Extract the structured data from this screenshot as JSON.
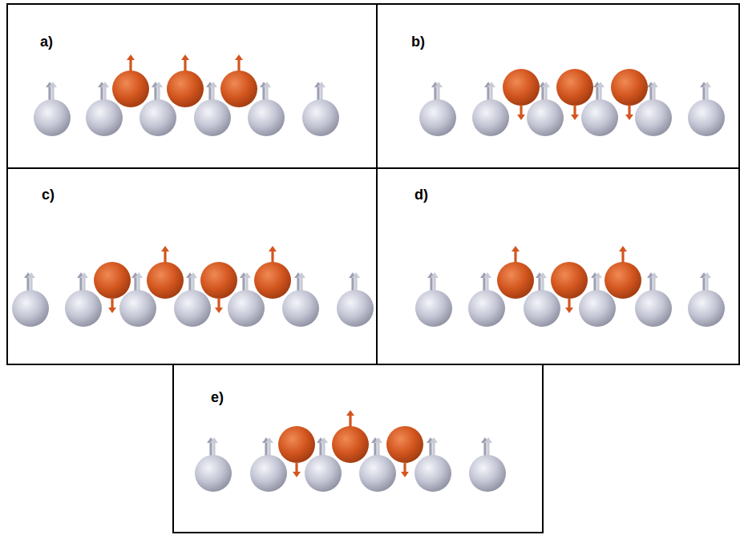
{
  "diagram": {
    "nodes": [
      {
        "text": [
          "a)"
        ]
      },
      {
        "text": [
          "b)"
        ]
      },
      {
        "text": [
          "c)"
        ]
      },
      {
        "text": [
          "d)"
        ]
      },
      {
        "text": [
          "e)"
        ]
      }
    ]
  }
}
